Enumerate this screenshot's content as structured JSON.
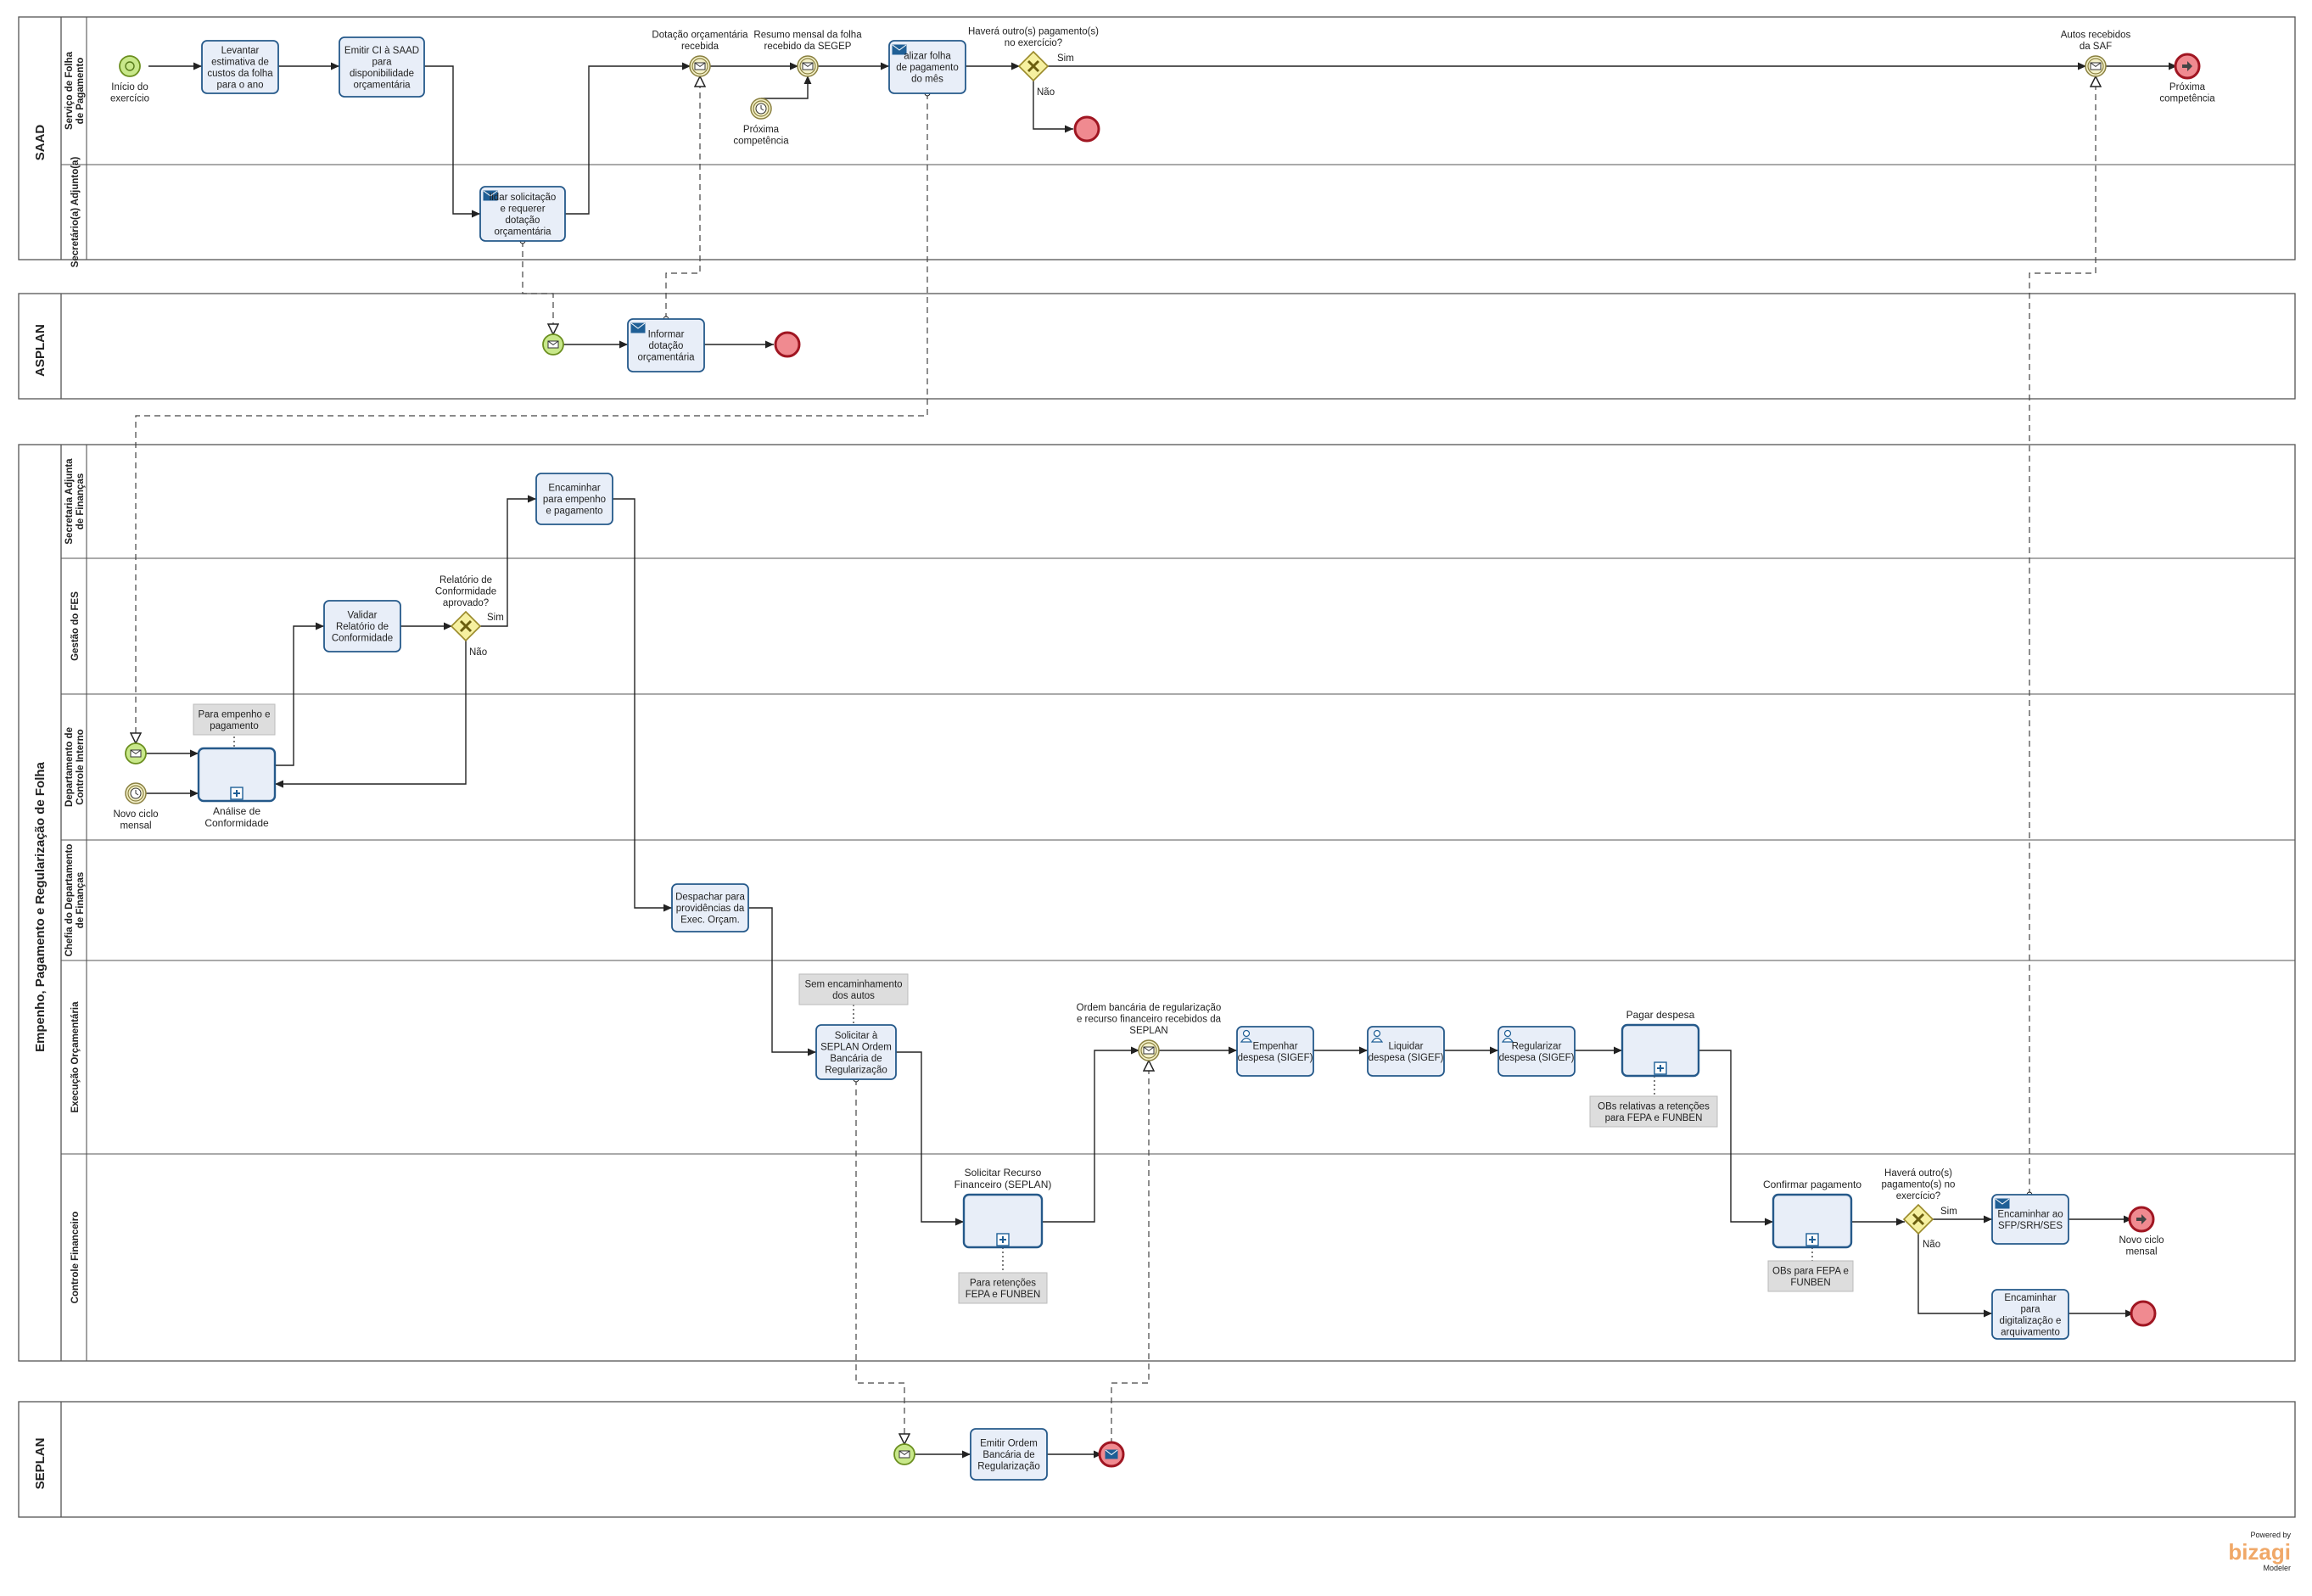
{
  "pools": [
    {
      "id": "saad",
      "label": "SAAD",
      "lanes": [
        {
          "id": "servico",
          "label": "Serviço de Folha de Pagamento"
        },
        {
          "id": "secretaria",
          "label": "Secretário(a) Adjunto(a)"
        }
      ]
    },
    {
      "id": "asplan",
      "label": "ASPLAN",
      "lanes": []
    },
    {
      "id": "empenho",
      "label": "Empenho, Pagamento e Regularização de Folha",
      "lanes": [
        {
          "id": "sec_adj_fin",
          "label": "Secretaria Adjunta de Finanças"
        },
        {
          "id": "gestao_fes",
          "label": "Gestão do FES"
        },
        {
          "id": "dci",
          "label": "Departamento de Controle Interno"
        },
        {
          "id": "chefia",
          "label": "Chefia do Departamento de Finanças"
        },
        {
          "id": "exec",
          "label": "Execução Orçamentária"
        },
        {
          "id": "ctrl_fin",
          "label": "Controle Financeiro"
        }
      ]
    },
    {
      "id": "seplan",
      "label": "SEPLAN",
      "lanes": []
    }
  ],
  "tasks": [
    {
      "id": "t_levantar",
      "label": [
        "Levantar",
        "estimativa de",
        "custos da folha",
        "para o ano"
      ]
    },
    {
      "id": "t_emitir_ci",
      "label": [
        "Emitir CI à SAAD",
        "para",
        "disponibilidade",
        "orçamentária"
      ]
    },
    {
      "id": "t_validar_solic",
      "label": [
        "lidar solicitação",
        "e requerer",
        "dotação",
        "orçamentária"
      ],
      "icon": "message"
    },
    {
      "id": "t_informar",
      "label": [
        "Informar",
        "dotação",
        "orçamentária"
      ],
      "icon": "message"
    },
    {
      "id": "t_realizar",
      "label": [
        "alizar folha",
        "de pagamento",
        "do mês"
      ],
      "icon": "message"
    },
    {
      "id": "t_encaminhar_emp",
      "label": [
        "Encaminhar",
        "para empenho",
        "e pagamento"
      ]
    },
    {
      "id": "t_validar_rel",
      "label": [
        "Validar",
        "Relatório de",
        "Conformidade"
      ]
    },
    {
      "id": "t_despachar",
      "label": [
        "Despachar para",
        "providências da",
        "Exec. Orçam."
      ]
    },
    {
      "id": "t_solicitar_seplan",
      "label": [
        "Solicitar à",
        "SEPLAN Ordem",
        "Bancária de",
        "Regularização"
      ]
    },
    {
      "id": "t_empenhar",
      "label": [
        "Empenhar",
        "despesa (SIGEF)"
      ],
      "icon": "user"
    },
    {
      "id": "t_liquidar",
      "label": [
        "Liquidar",
        "despesa (SIGEF)"
      ],
      "icon": "user"
    },
    {
      "id": "t_regularizar",
      "label": [
        "Regularizar",
        "despesa (SIGEF)"
      ],
      "icon": "user"
    },
    {
      "id": "t_encaminhar_sfp",
      "label": [
        "Encaminhar ao",
        "SFP/SRH/SES"
      ],
      "icon": "message"
    },
    {
      "id": "t_encaminhar_dig",
      "label": [
        "Encaminhar",
        "para",
        "digitalização e",
        "arquivamento"
      ]
    },
    {
      "id": "t_emitir_ordem",
      "label": [
        "Emitir Ordem",
        "Bancária de",
        "Regularização"
      ]
    }
  ],
  "subprocesses": [
    {
      "id": "sp_analise",
      "label": [
        "Análise de",
        "Conformidade"
      ]
    },
    {
      "id": "sp_pagar",
      "label": [
        "Pagar despesa"
      ]
    },
    {
      "id": "sp_solicitar_rec",
      "label": [
        "Solicitar Recurso",
        "Financeiro (SEPLAN)"
      ]
    },
    {
      "id": "sp_confirmar",
      "label": [
        "Confirmar pagamento"
      ]
    }
  ],
  "events": [
    {
      "id": "e_inicio",
      "label": [
        "Início do",
        "exercício"
      ]
    },
    {
      "id": "e_dotacao",
      "label": [
        "Dotação orçamentária",
        "recebida"
      ]
    },
    {
      "id": "e_resumo",
      "label": [
        "Resumo mensal da folha",
        "recebido da SEGEP"
      ]
    },
    {
      "id": "e_proxima_timer",
      "label": [
        "Próxima",
        "competência"
      ]
    },
    {
      "id": "e_autos",
      "label": [
        "Autos recebidos",
        "da SAF"
      ]
    },
    {
      "id": "e_proxima_link",
      "label": [
        "Próxima",
        "competência"
      ]
    },
    {
      "id": "e_novo_ciclo_timer",
      "label": [
        "Novo ciclo",
        "mensal"
      ]
    },
    {
      "id": "e_ordem_recebida",
      "label": [
        "Ordem bancária de regularização",
        "e recurso financeiro recebidos da",
        "SEPLAN"
      ]
    },
    {
      "id": "e_novo_ciclo_link",
      "label": [
        "Novo ciclo",
        "mensal"
      ]
    }
  ],
  "gateways": [
    {
      "id": "g_outro1",
      "label": [
        "Haverá outro(s) pagamento(s)",
        "no exercício?"
      ]
    },
    {
      "id": "g_relatorio",
      "label": [
        "Relatório de",
        "Conformidade",
        "aprovado?"
      ]
    },
    {
      "id": "g_outro2",
      "label": [
        "Haverá outro(s)",
        "pagamento(s) no",
        "exercício?"
      ]
    }
  ],
  "flow_labels": {
    "sim": "Sim",
    "nao": "Não"
  },
  "annotations": [
    {
      "id": "a_para_empenho",
      "label": [
        "Para empenho e",
        "pagamento"
      ]
    },
    {
      "id": "a_sem_enc",
      "label": [
        "Sem encaminhamento",
        "dos autos"
      ]
    },
    {
      "id": "a_obs_ret",
      "label": [
        "OBs relativas a retenções",
        "para FEPA e FUNBEN"
      ]
    },
    {
      "id": "a_para_ret",
      "label": [
        "Para retenções",
        "FEPA e FUNBEN"
      ]
    },
    {
      "id": "a_obs_fepa",
      "label": [
        "OBs para FEPA e",
        "FUNBEN"
      ]
    }
  ],
  "branding": {
    "powered": "Powered by",
    "name": "bizagi",
    "sub": "Modeler"
  },
  "colors": {
    "task_fill": "#e8eef8",
    "task_stroke": "#25598a",
    "start_fill": "#c8e88a",
    "start_stroke": "#6b8f1f",
    "end_fill": "#f08a90",
    "end_stroke": "#a01622",
    "inter_fill": "#f3f0c8",
    "inter_stroke": "#8a8040",
    "gateway_fill": "#f6f0a0",
    "gateway_stroke": "#9a8a2a",
    "annotation_fill": "#dddddd",
    "lane_stroke": "#555555"
  }
}
